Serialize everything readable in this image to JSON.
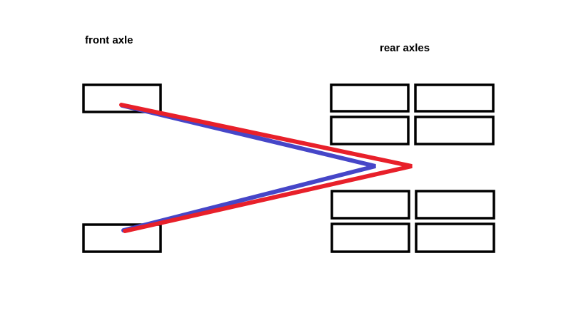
{
  "labels": {
    "front": "front axle",
    "rear": "rear axles"
  },
  "colors": {
    "outline": "#000000",
    "blue_line": "#4646c8",
    "red_line": "#e8202a"
  },
  "wheels": {
    "front_count": 2,
    "rear_count": 8
  }
}
